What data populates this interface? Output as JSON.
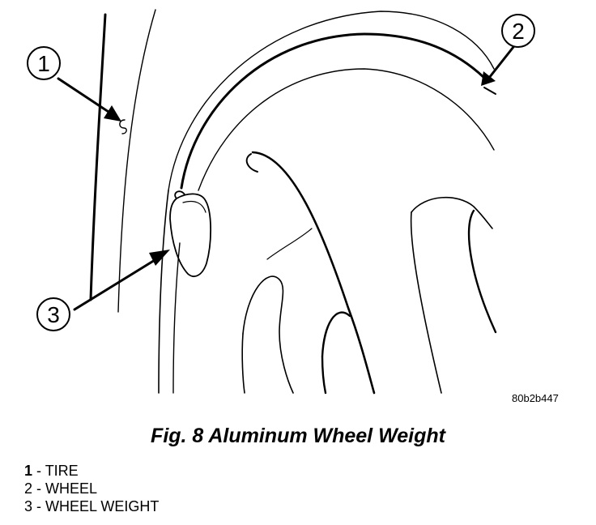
{
  "figure": {
    "callouts": [
      {
        "number": "1"
      },
      {
        "number": "2"
      },
      {
        "number": "3"
      }
    ],
    "image_id": "80b2b447",
    "caption": "Fig. 8 Aluminum Wheel Weight"
  },
  "legend": [
    {
      "number": "1",
      "separator": " - ",
      "label": "TIRE"
    },
    {
      "number": "2",
      "separator": " - ",
      "label": "WHEEL"
    },
    {
      "number": "3",
      "separator": " - ",
      "label": "WHEEL WEIGHT"
    }
  ]
}
